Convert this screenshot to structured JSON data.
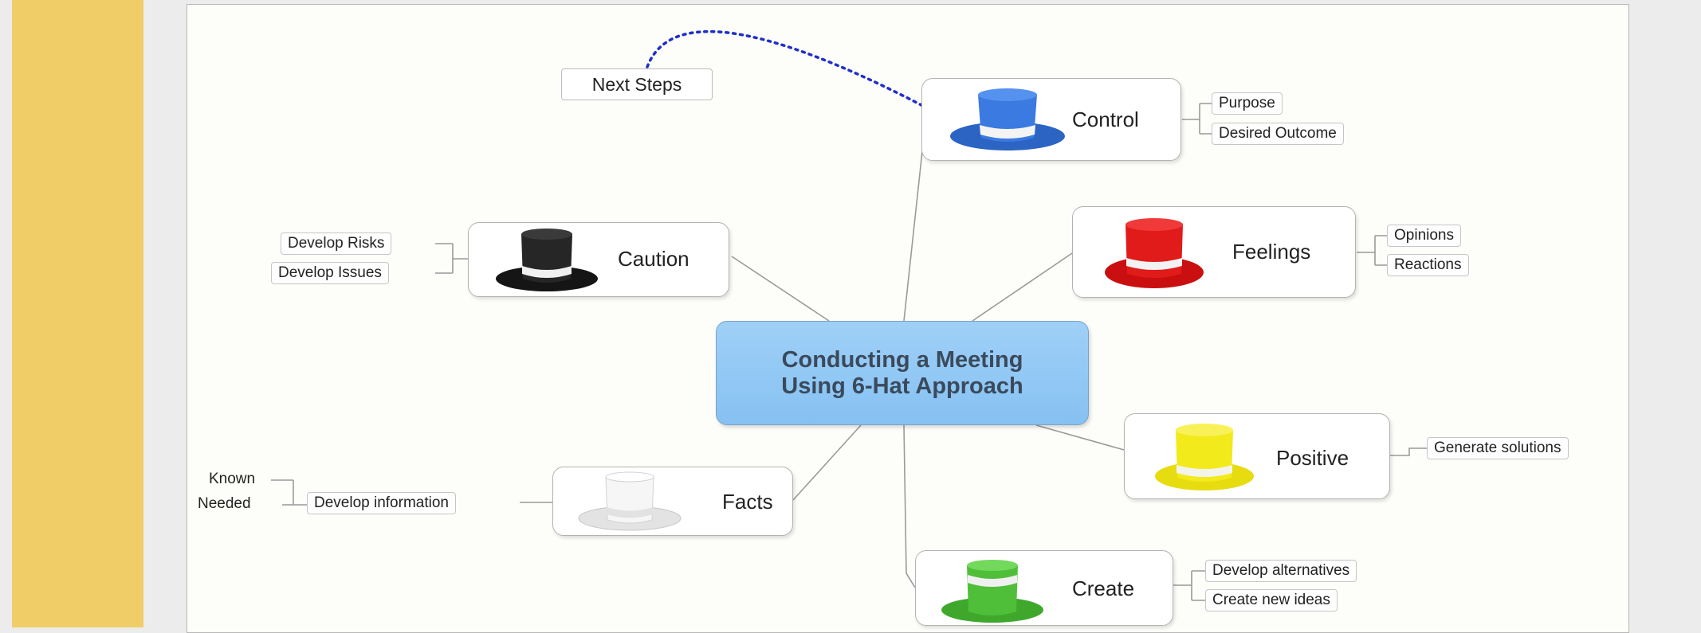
{
  "center": {
    "title": "Conducting a Meeting Using 6-Hat Approach"
  },
  "next_steps": "Next Steps",
  "colors": {
    "left_band": "#f1cd68",
    "center_fill": "#9fd0f7",
    "control_hat": "#2f6fd6",
    "feelings_hat": "#e11a1a",
    "caution_hat": "#1e1e1e",
    "positive_hat": "#f2ea1a",
    "facts_hat": "#f4f4f4",
    "create_hat": "#4fbf3a",
    "dotted_link": "#1f2fc8"
  },
  "nodes": {
    "control": {
      "label": "Control",
      "hat": "blue",
      "children": [
        "Purpose",
        "Desired Outcome"
      ]
    },
    "feelings": {
      "label": "Feelings",
      "hat": "red",
      "children": [
        "Opinions",
        "Reactions"
      ]
    },
    "caution": {
      "label": "Caution",
      "hat": "black",
      "children": [
        "Develop Risks",
        "Develop Issues"
      ]
    },
    "positive": {
      "label": "Positive",
      "hat": "yellow",
      "children": [
        "Generate solutions"
      ]
    },
    "facts": {
      "label": "Facts",
      "hat": "white",
      "children": [
        "Develop information"
      ],
      "grandchildren": [
        "Known",
        "Needed"
      ]
    },
    "create": {
      "label": "Create",
      "hat": "green",
      "children": [
        "Develop alternatives",
        "Create new ideas"
      ]
    }
  }
}
